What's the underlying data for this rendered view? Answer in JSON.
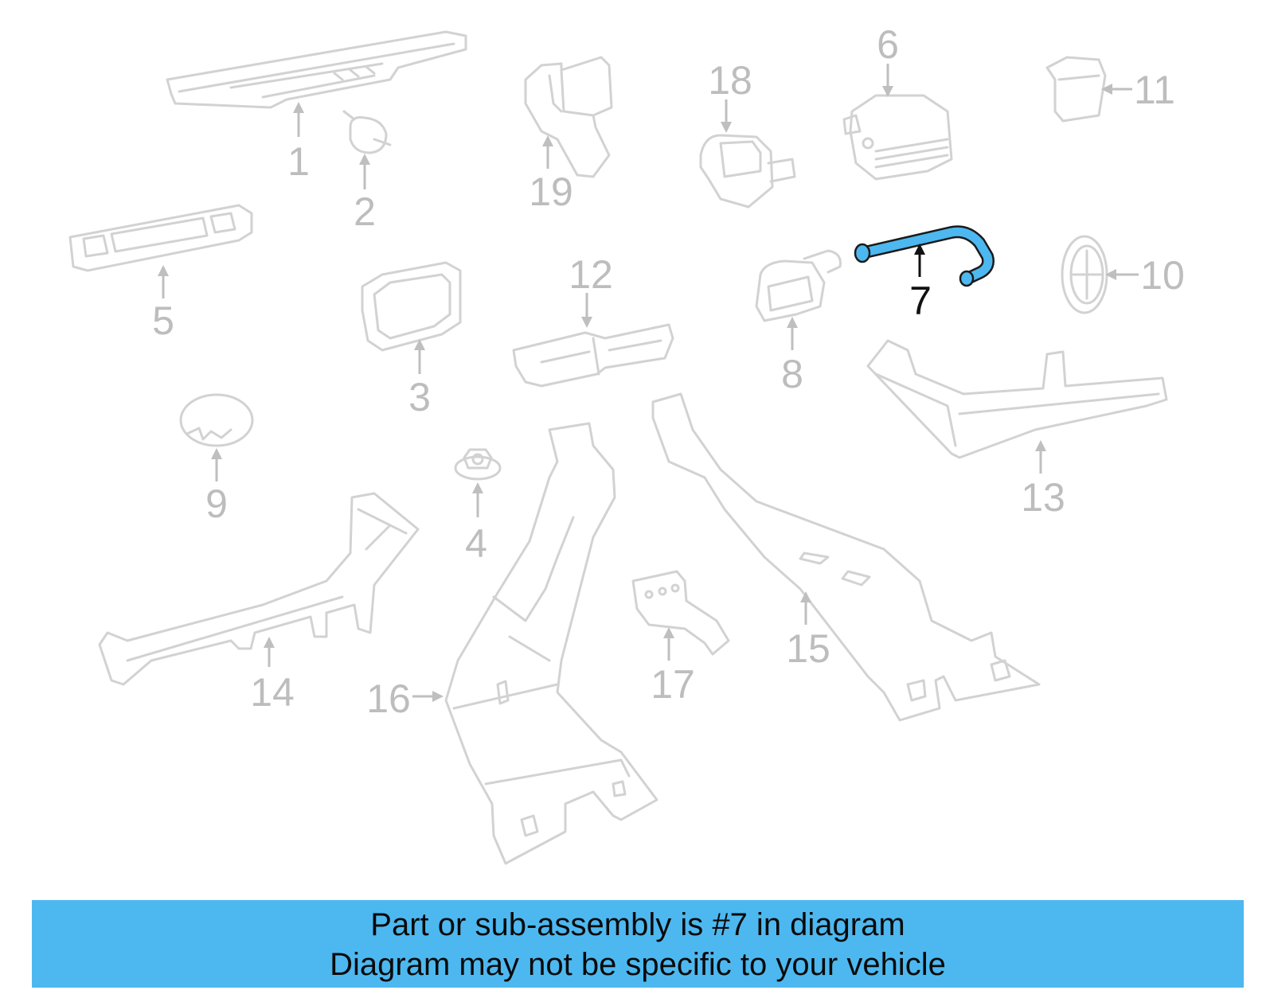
{
  "diagram": {
    "highlight_color": "#4db8f0",
    "highlighted_part": "7",
    "callouts": [
      {
        "id": "p1",
        "label": "1"
      },
      {
        "id": "p2",
        "label": "2"
      },
      {
        "id": "p3",
        "label": "3"
      },
      {
        "id": "p4",
        "label": "4"
      },
      {
        "id": "p5",
        "label": "5"
      },
      {
        "id": "p6",
        "label": "6"
      },
      {
        "id": "p7",
        "label": "7"
      },
      {
        "id": "p8",
        "label": "8"
      },
      {
        "id": "p9",
        "label": "9"
      },
      {
        "id": "p10",
        "label": "10"
      },
      {
        "id": "p11",
        "label": "11"
      },
      {
        "id": "p12",
        "label": "12"
      },
      {
        "id": "p13",
        "label": "13"
      },
      {
        "id": "p14",
        "label": "14"
      },
      {
        "id": "p15",
        "label": "15"
      },
      {
        "id": "p16",
        "label": "16"
      },
      {
        "id": "p17",
        "label": "17"
      },
      {
        "id": "p18",
        "label": "18"
      },
      {
        "id": "p19",
        "label": "19"
      }
    ]
  },
  "banner": {
    "line1": "Part or sub-assembly is #7 in diagram",
    "line2": "Diagram may not be specific to your vehicle",
    "background": "#4db8f0"
  }
}
